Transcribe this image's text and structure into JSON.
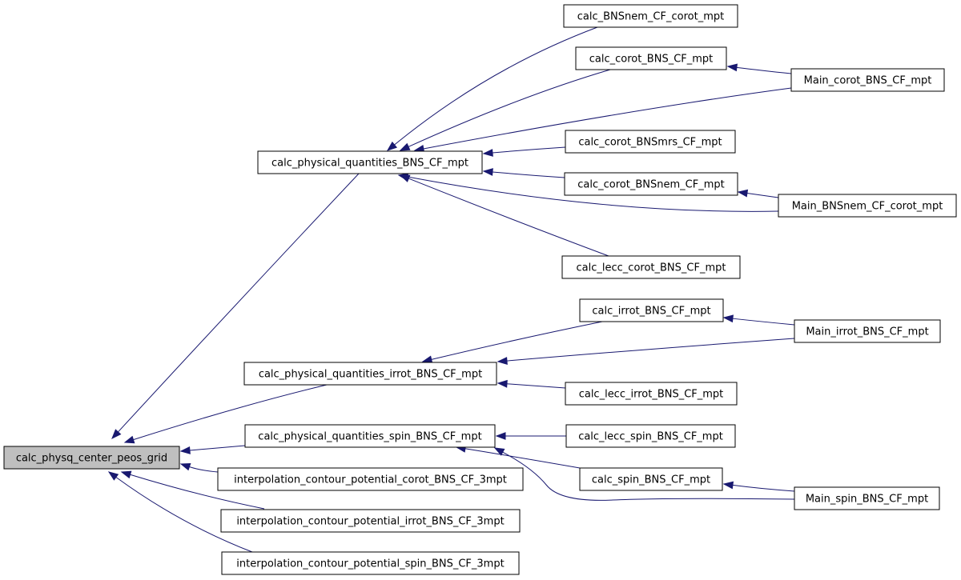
{
  "graph": {
    "edge_color": "#191970",
    "root_fill": "#bfbfbf",
    "nodes": [
      {
        "id": "root",
        "label": "calc_physq_center_peos_grid",
        "root": true
      },
      {
        "id": "pq",
        "label": "calc_physical_quantities_BNS_CF_mpt"
      },
      {
        "id": "pqi",
        "label": "calc_physical_quantities_irrot_BNS_CF_mpt"
      },
      {
        "id": "pqs",
        "label": "calc_physical_quantities_spin_BNS_CF_mpt"
      },
      {
        "id": "icc",
        "label": "interpolation_contour_potential_corot_BNS_CF_3mpt"
      },
      {
        "id": "ici",
        "label": "interpolation_contour_potential_irrot_BNS_CF_3mpt"
      },
      {
        "id": "ics",
        "label": "interpolation_contour_potential_spin_BNS_CF_3mpt"
      },
      {
        "id": "bnsnemcc",
        "label": "calc_BNSnem_CF_corot_mpt"
      },
      {
        "id": "corot",
        "label": "calc_corot_BNS_CF_mpt"
      },
      {
        "id": "maincorot",
        "label": "Main_corot_BNS_CF_mpt"
      },
      {
        "id": "corotmrs",
        "label": "calc_corot_BNSmrs_CF_mpt"
      },
      {
        "id": "corotnem",
        "label": "calc_corot_BNSnem_CF_mpt"
      },
      {
        "id": "mainnem",
        "label": "Main_BNSnem_CF_corot_mpt"
      },
      {
        "id": "lecccorot",
        "label": "calc_lecc_corot_BNS_CF_mpt"
      },
      {
        "id": "irrot",
        "label": "calc_irrot_BNS_CF_mpt"
      },
      {
        "id": "mainirrot",
        "label": "Main_irrot_BNS_CF_mpt"
      },
      {
        "id": "leccirrot",
        "label": "calc_lecc_irrot_BNS_CF_mpt"
      },
      {
        "id": "leccspin",
        "label": "calc_lecc_spin_BNS_CF_mpt"
      },
      {
        "id": "spin",
        "label": "calc_spin_BNS_CF_mpt"
      },
      {
        "id": "mainspin",
        "label": "Main_spin_BNS_CF_mpt"
      }
    ],
    "edges": [
      {
        "from": "pq",
        "to": "root"
      },
      {
        "from": "pqi",
        "to": "root"
      },
      {
        "from": "pqs",
        "to": "root"
      },
      {
        "from": "icc",
        "to": "root"
      },
      {
        "from": "ici",
        "to": "root"
      },
      {
        "from": "ics",
        "to": "root"
      },
      {
        "from": "bnsnemcc",
        "to": "pq"
      },
      {
        "from": "corot",
        "to": "pq"
      },
      {
        "from": "maincorot",
        "to": "pq"
      },
      {
        "from": "corotmrs",
        "to": "pq"
      },
      {
        "from": "corotnem",
        "to": "pq"
      },
      {
        "from": "mainnem",
        "to": "pq"
      },
      {
        "from": "lecccorot",
        "to": "pq"
      },
      {
        "from": "maincorot",
        "to": "corot"
      },
      {
        "from": "mainnem",
        "to": "corotnem"
      },
      {
        "from": "irrot",
        "to": "pqi"
      },
      {
        "from": "mainirrot",
        "to": "pqi"
      },
      {
        "from": "leccirrot",
        "to": "pqi"
      },
      {
        "from": "mainirrot",
        "to": "irrot"
      },
      {
        "from": "leccspin",
        "to": "pqs"
      },
      {
        "from": "spin",
        "to": "pqs"
      },
      {
        "from": "mainspin",
        "to": "pqs"
      },
      {
        "from": "mainspin",
        "to": "spin"
      }
    ]
  }
}
